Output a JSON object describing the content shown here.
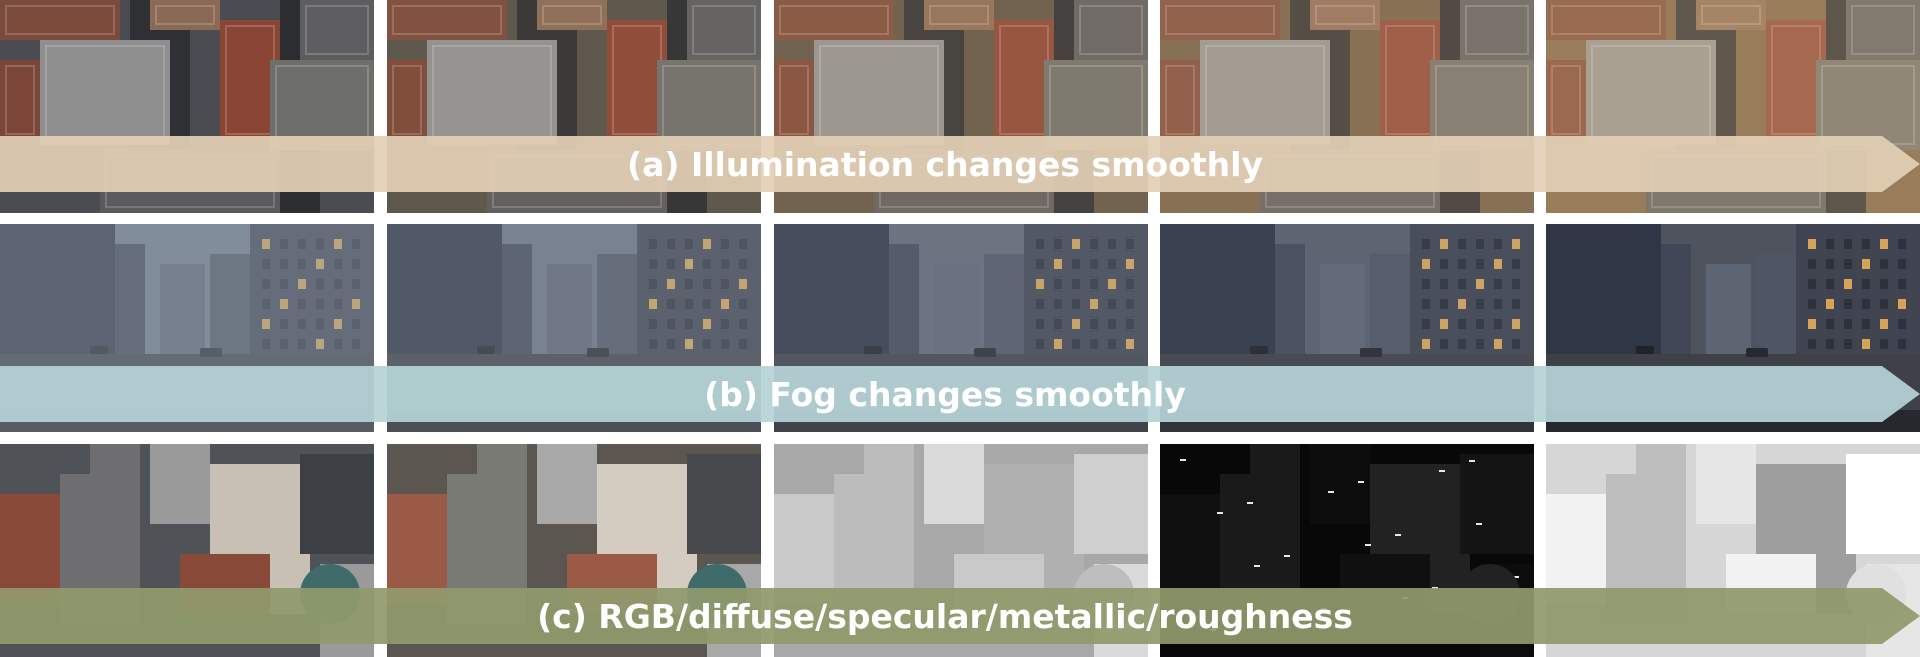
{
  "rows": [
    {
      "label": "(a) Illumination changes smoothly",
      "arrow_color": "#e2cfb5",
      "theme": "city-day"
    },
    {
      "label": "(b) Fog changes smoothly",
      "arrow_color": "#b5d3d6",
      "theme": "street-fog"
    },
    {
      "label": "(c) RGB/diffuse/specular/metallic/roughness",
      "arrow_color": "#909a6c",
      "theme": "aerial-buffers"
    }
  ],
  "colors": {
    "background": "#ffffff",
    "arrow_text": "#ffffff"
  }
}
